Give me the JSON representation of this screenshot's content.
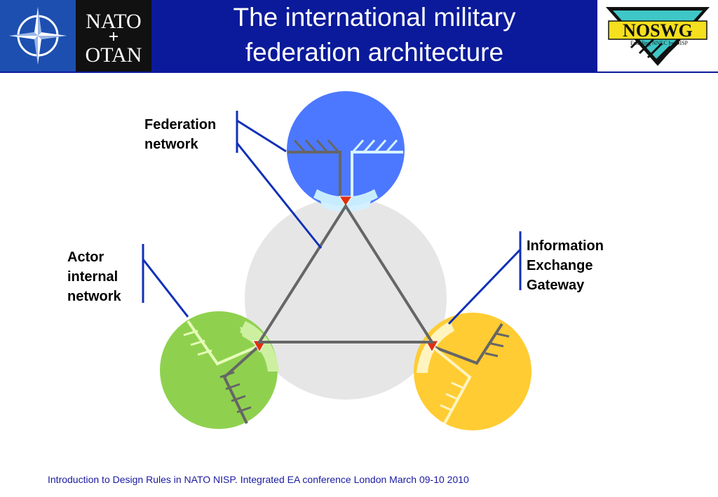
{
  "header": {
    "title_line1": "The international military",
    "title_line2": "federation architecture",
    "nato_logo_line1": "NATO",
    "nato_logo_line2": "OTAN",
    "nosweg_logo_text": "NOSWG",
    "nosweg_logo_tagline": "Enabling NNEC by NISP",
    "brand_color": "#0b1a9a"
  },
  "diagram": {
    "labels": {
      "federation_network": [
        "Federation",
        "network"
      ],
      "actor_internal_network": [
        "Actor",
        "internal",
        "network"
      ],
      "information_exchange_gateway": [
        "Information",
        "Exchange",
        "Gateway"
      ]
    },
    "actor_colors": {
      "top": "#4c78ff",
      "left": "#8fd14f",
      "right": "#ffcc33",
      "federation": "#e6e6e6",
      "gateway_marker": "#e03010",
      "callout_line": "#1030b8"
    }
  },
  "footer": {
    "text": "Introduction to Design Rules in NATO NISP. Integrated EA conference London March 09-10 2010"
  }
}
